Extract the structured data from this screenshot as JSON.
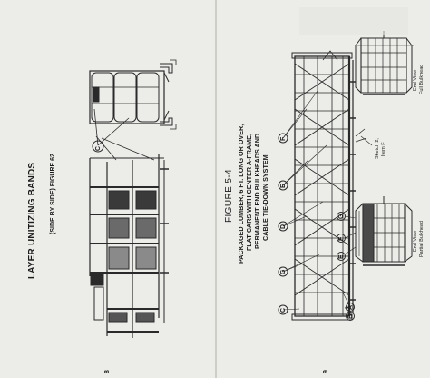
{
  "left_page": {
    "title": "LAYER UNITIZING BANDS",
    "subtitle": "(SIDE BY SIDE) FIGURE 62",
    "callout": "C",
    "page_number": "8"
  },
  "right_page": {
    "figure_label": "FIGURE 5-4",
    "caption_lines": [
      "PACKAGED LUMBER, 6 FT. LONG OR OVER,",
      "FLAT CARS WITH CENTER A-FRAME,",
      "PERMANENT END BULKHEADS AND",
      "CABLE TIE-DOWN SYSTEM"
    ],
    "callouts": {
      "a": "A",
      "b": "B",
      "c": "C",
      "d": "D",
      "e": "E",
      "f": "F",
      "g": "G"
    },
    "end_view_full": [
      "End View",
      "Full Bulkhead"
    ],
    "end_view_partial": [
      "End View",
      "Partial Bulkhead"
    ],
    "sketch_note": [
      "Sketch 2,",
      "Item F"
    ],
    "page_number": "9"
  }
}
